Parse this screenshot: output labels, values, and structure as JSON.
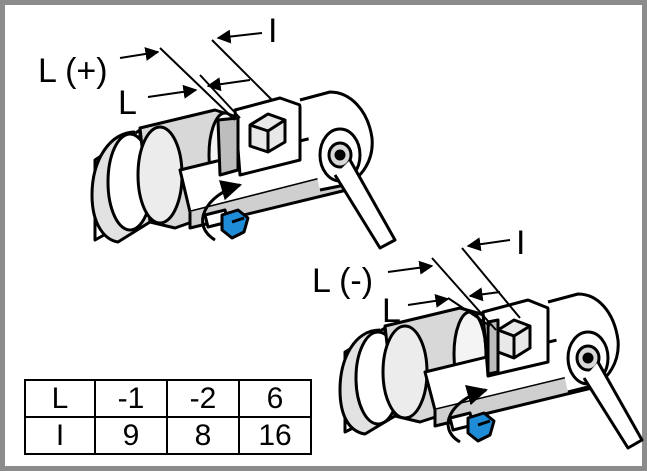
{
  "labels": {
    "top_l_plus": "L (+)",
    "top_l": "L",
    "top_i": "I",
    "bottom_l_minus": "L (-)",
    "bottom_l": "L",
    "bottom_i": "I"
  },
  "table": {
    "rows": [
      [
        "L",
        "-1",
        "-2",
        "6"
      ],
      [
        "I",
        "9",
        "8",
        "16"
      ]
    ]
  },
  "colors": {
    "frame": "#8c8c8c",
    "bolt": "#1e8cd6",
    "shade": "#d4d4d4",
    "ink": "#000000"
  }
}
